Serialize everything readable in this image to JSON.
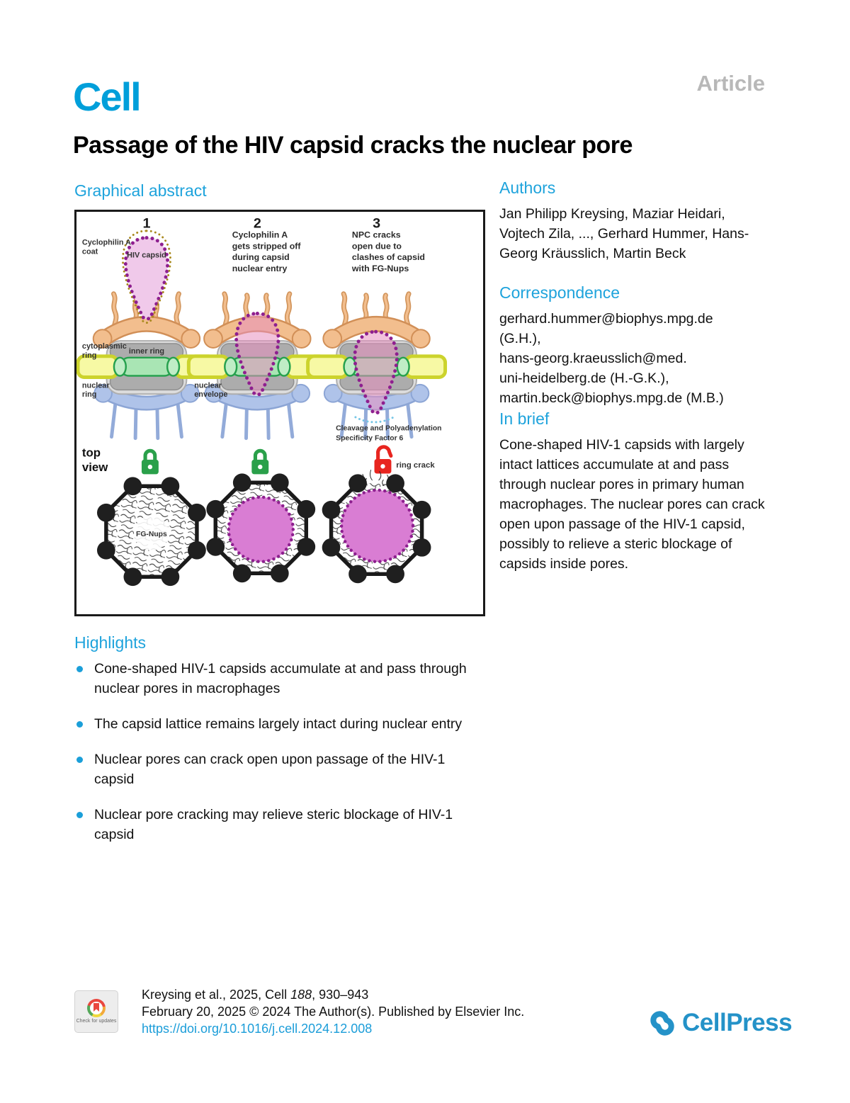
{
  "page": {
    "journal_logo": "Cell",
    "article_type": "Article",
    "title": "Passage of the HIV capsid cracks the nuclear pore"
  },
  "sections": {
    "graphical_abstract": "Graphical abstract",
    "authors": "Authors",
    "correspondence": "Correspondence",
    "in_brief": "In brief",
    "highlights": "Highlights"
  },
  "authors_text": "Jan Philipp Kreysing, Maziar Heidari, Vojtech Zila, ..., Gerhard Hummer, Hans-Georg Kräusslich, Martin Beck",
  "correspondence_lines": [
    "gerhard.hummer@biophys.mpg.de",
    "(G.H.),",
    "hans-georg.kraeusslich@med.",
    "uni-heidelberg.de (H.-G.K.),",
    "martin.beck@biophys.mpg.de (M.B.)"
  ],
  "in_brief_text": "Cone-shaped HIV-1 capsids with largely intact lattices accumulate at and pass through nuclear pores in primary human macrophages. The nuclear pores can crack open upon passage of the HIV-1 capsid, possibly to relieve a steric blockage of capsids inside pores.",
  "highlights": {
    "items": [
      "Cone-shaped HIV-1 capsids accumulate at and pass through nuclear pores in macrophages",
      "The capsid lattice remains largely intact during nuclear entry",
      "Nuclear pores can crack open upon passage of the HIV-1 capsid",
      "Nuclear pore cracking may relieve steric blockage of HIV-1 capsid"
    ]
  },
  "figure": {
    "panel1_num": "1",
    "panel2_num": "2",
    "panel3_num": "3",
    "label_cyclophilin_1": "Cyclophilin A",
    "label_cyclophilin_2": "coat",
    "label_hiv_capsid": "HIV capsid",
    "step2_line1": "Cyclophilin A",
    "step2_line2": "gets stripped off",
    "step2_line3": "during capsid",
    "step2_line4": "nuclear entry",
    "step3_line1": "NPC cracks",
    "step3_line2": "open due to",
    "step3_line3": "clashes of capsid",
    "step3_line4": "with FG-Nups",
    "label_cytoplasmic_1": "cytoplasmic",
    "label_cytoplasmic_2": "ring",
    "label_inner_ring": "inner ring",
    "label_nuclear_ring_1": "nuclear",
    "label_nuclear_ring_2": "ring",
    "label_nuclear_envelope_1": "nuclear",
    "label_nuclear_envelope_2": "envelope",
    "label_cpsf6_1": "Cleavage and Polyadenylation",
    "label_cpsf6_2": "Specificity Factor 6",
    "label_top_view_1": "top",
    "label_top_view_2": "view",
    "label_fg_nups": "FG-Nups",
    "label_ring_crack": "ring crack"
  },
  "colors": {
    "heading_blue": "#1ea3dc",
    "cell_logo_blue": "#009fda",
    "cellpress_blue": "#2492c8",
    "link_blue": "#1b9dd9",
    "article_gray": "#b8b8b8",
    "lock_green": "#2aa04a",
    "lock_red": "#e8251f",
    "capsid_pink": "#f0c9ea",
    "capsid_dot_purple": "#8e1f8f",
    "cyclophilin_olive": "#a9891e",
    "npc_orange": "#f2be8e",
    "npc_gray": "#acacac",
    "envelope_yellow": "#f7f9a4",
    "inner_green": "#a9e5b4",
    "nuclear_blue": "#afc3e9",
    "topview_magenta": "#d97dd3"
  },
  "footer": {
    "citation_pre": "Kreysing et al., 2025, Cell ",
    "citation_vol": "188",
    "citation_post": ", 930–943",
    "copyright_line": "February 20, 2025 © 2024 The Author(s). Published by Elsevier Inc.",
    "doi": "https://doi.org/10.1016/j.cell.2024.12.008",
    "badge_label": "Check for updates",
    "publisher": "CellPress"
  }
}
